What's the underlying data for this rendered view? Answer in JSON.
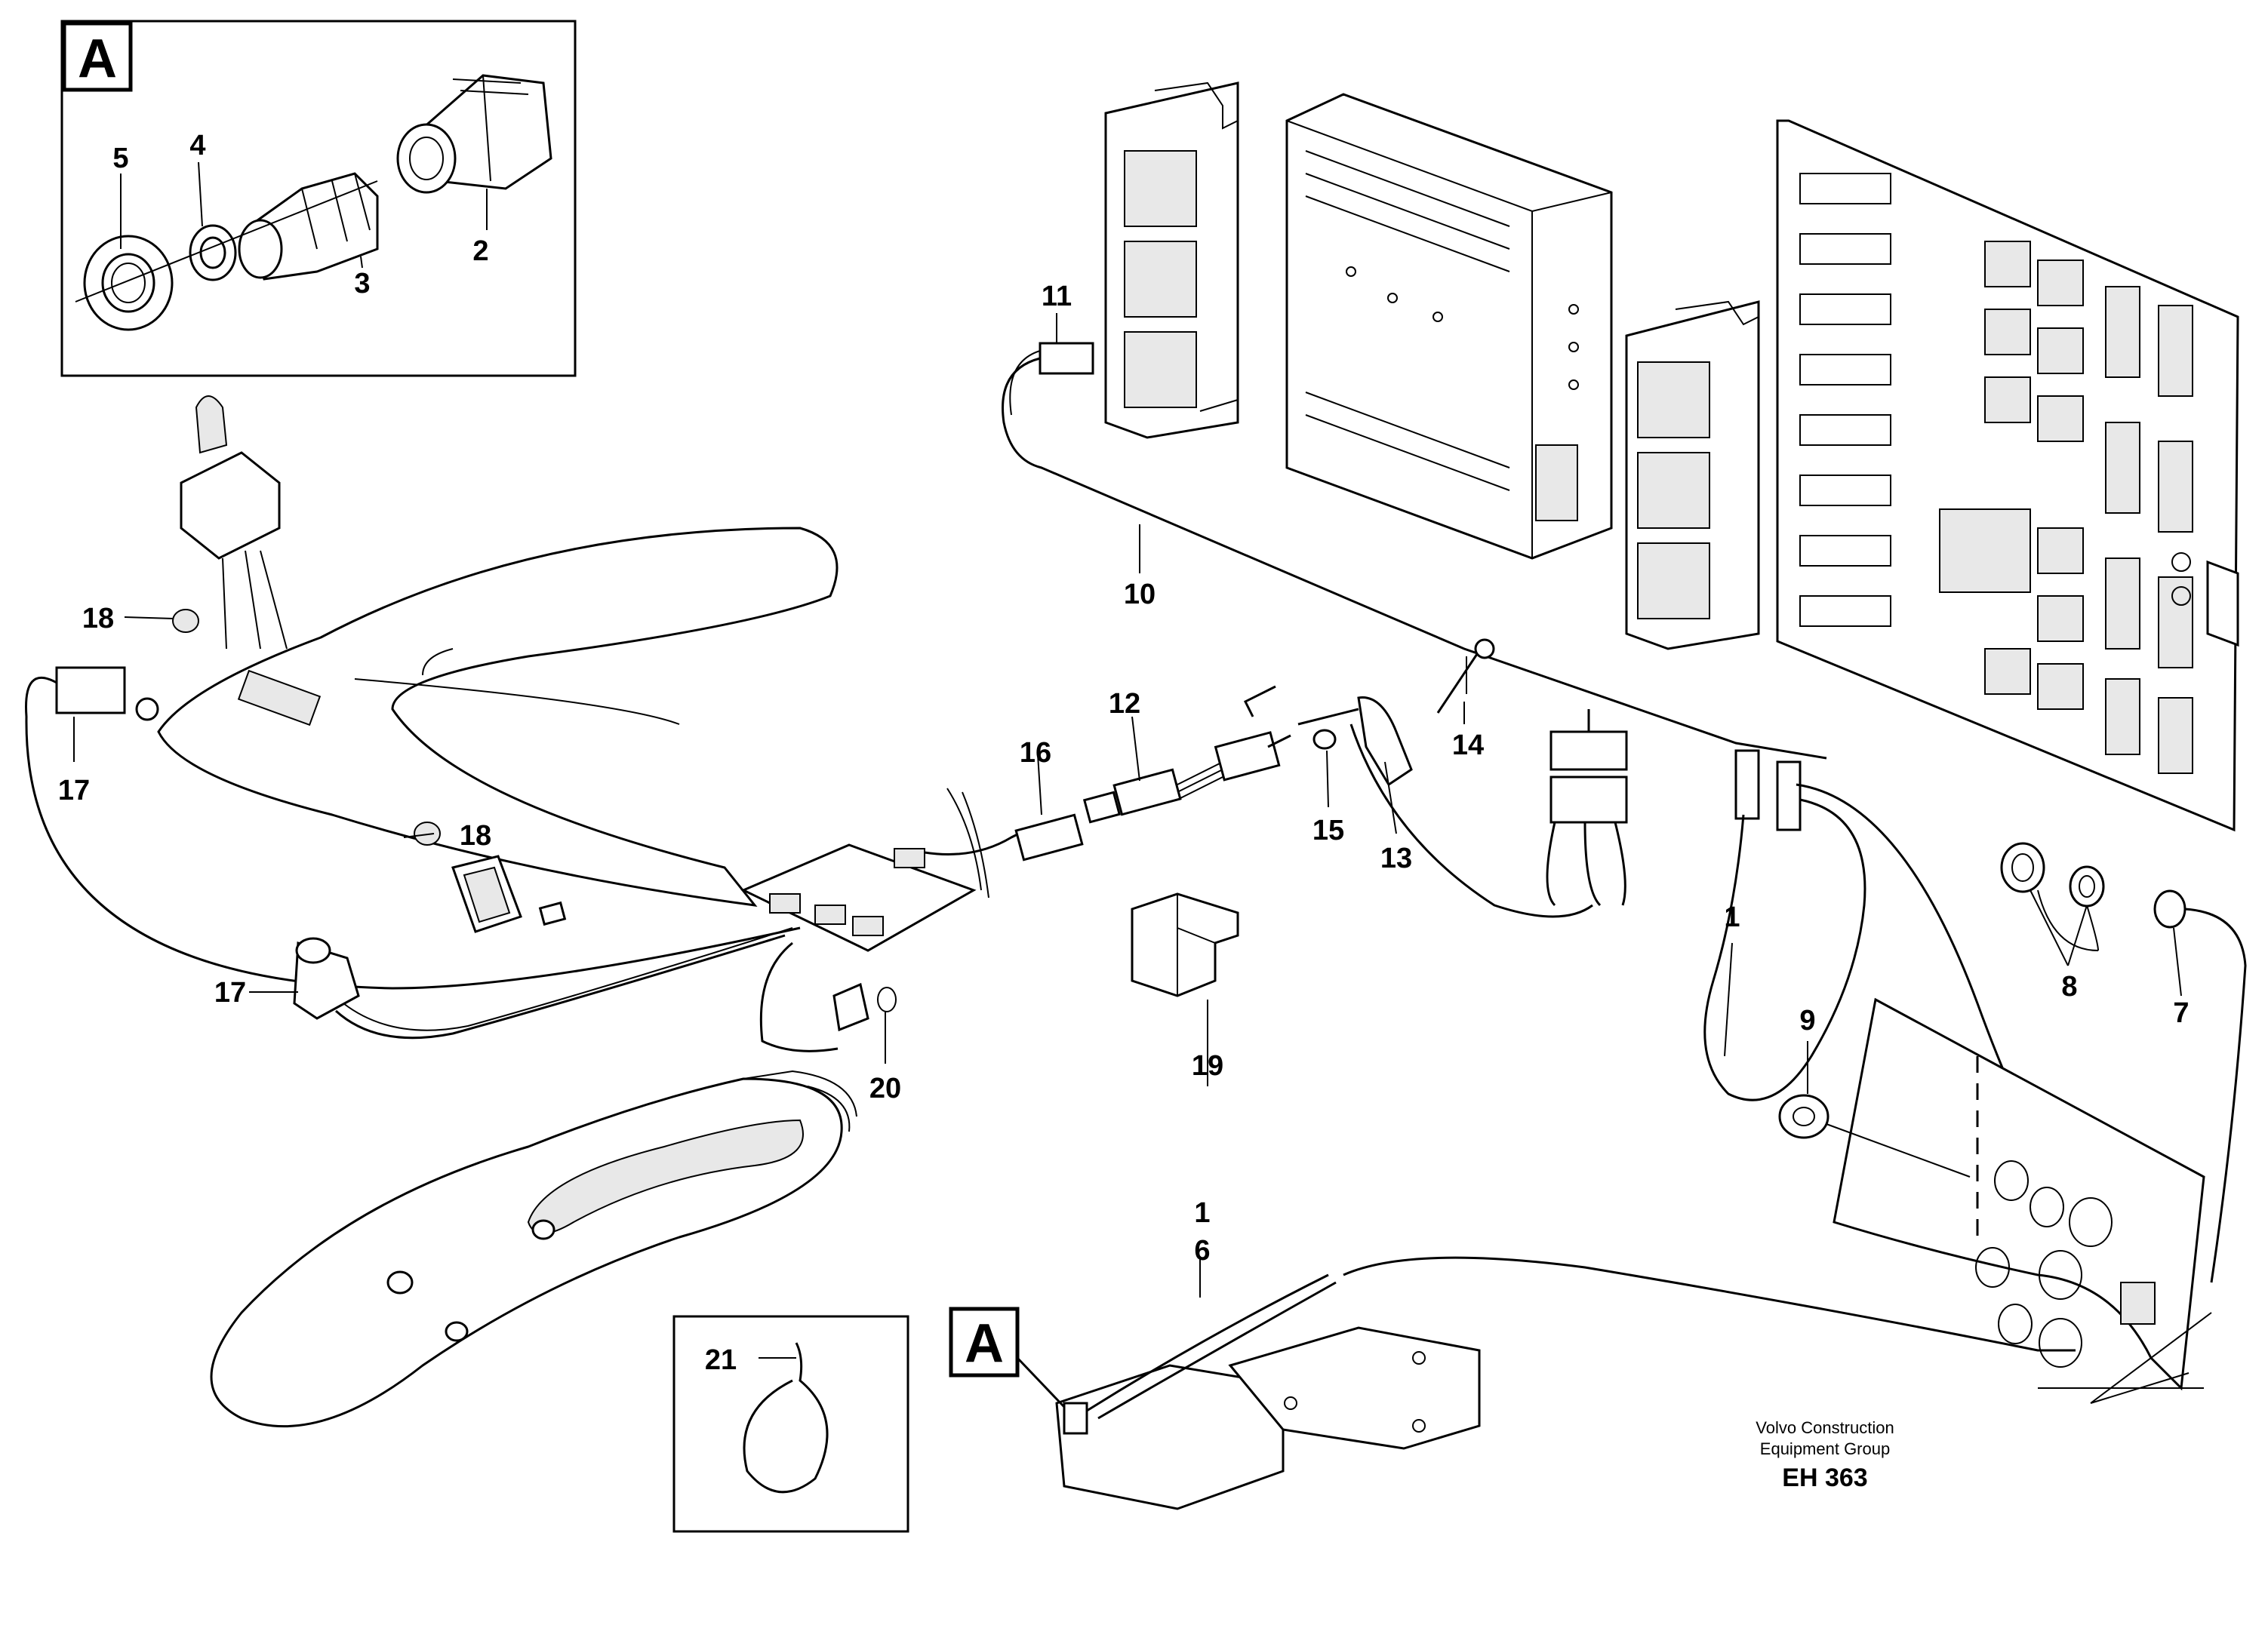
{
  "detail_box_letter": "A",
  "callouts": {
    "c1a": "1",
    "c1b": "1",
    "c2": "2",
    "c3": "3",
    "c4": "4",
    "c5": "5",
    "c6": "6",
    "c7": "7",
    "c8": "8",
    "c9": "9",
    "c10": "10",
    "c11": "11",
    "c12": "12",
    "c13": "13",
    "c14": "14",
    "c15": "15",
    "c16": "16",
    "c17a": "17",
    "c17b": "17",
    "c18a": "18",
    "c18b": "18",
    "c19": "19",
    "c20": "20",
    "c21": "21"
  },
  "footer": {
    "line1": "Volvo Construction",
    "line2": "Equipment Group",
    "code": "EH 363"
  }
}
